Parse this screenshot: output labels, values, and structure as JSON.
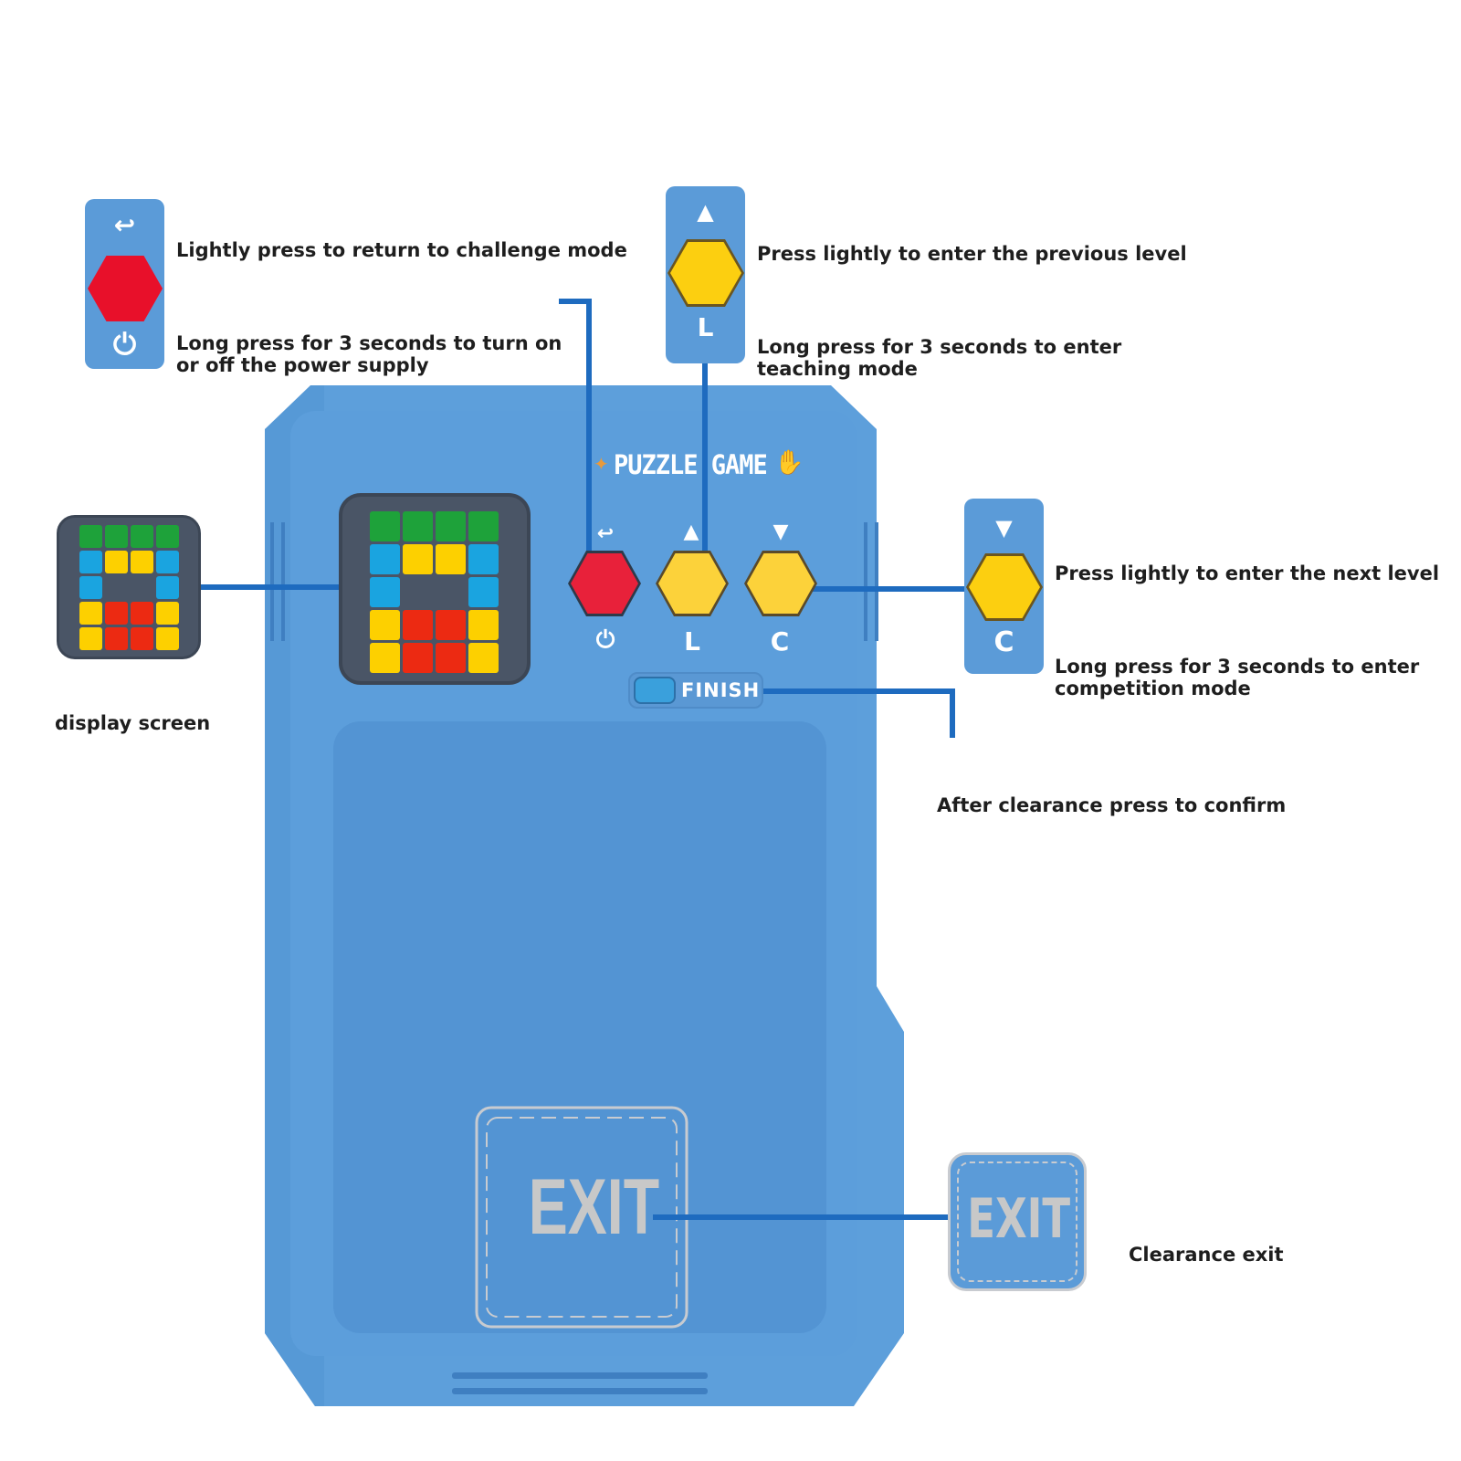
{
  "device": {
    "brand_label": "PUZZLE GAME",
    "finish_label": "FINISH",
    "exit_label": "EXIT",
    "buttons": [
      {
        "id": "back-power",
        "color": "#e8213a",
        "top_icon": "↩",
        "bottom_icon": "⏻"
      },
      {
        "id": "up-l",
        "color": "#fcd23a",
        "top_icon": "▲",
        "bottom_icon": "L"
      },
      {
        "id": "down-c",
        "color": "#fcd23a",
        "top_icon": "▼",
        "bottom_icon": "C"
      }
    ],
    "display_grid": [
      [
        "green",
        "green",
        "green",
        "green"
      ],
      [
        "blue",
        "yellow",
        "yellow",
        "blue"
      ],
      [
        "blue",
        "empty",
        "empty",
        "blue"
      ],
      [
        "yellow",
        "red",
        "red",
        "yellow"
      ],
      [
        "yellow",
        "red",
        "red",
        "yellow"
      ]
    ],
    "colors": {
      "body": "#5b9bd8",
      "body_edge": "#4d8bcb",
      "screen_bg": "#4a5566",
      "green": "#1ea23a",
      "blue": "#1aa4e0",
      "yellow": "#fdd000",
      "red": "#ec2a12",
      "leader": "#1e6bbf",
      "exit_text": "#c8c8c8"
    }
  },
  "callouts": {
    "power_button": {
      "top_icon": "↩",
      "bottom_icon": "⏻",
      "light_press": "Lightly press to return to challenge mode",
      "long_press_line1": "Long press for 3 seconds to turn on",
      "long_press_line2": "or off the power supply"
    },
    "l_button": {
      "top_icon": "▲",
      "bottom_icon": "L",
      "light_press": "Press lightly to enter the previous level",
      "long_press_line1": "Long press for 3 seconds to enter",
      "long_press_line2": "teaching mode"
    },
    "c_button": {
      "top_icon": "▼",
      "bottom_icon": "C",
      "light_press": "Press lightly to enter the next level",
      "long_press_line1": "Long press for 3 seconds to enter",
      "long_press_line2": "competition mode"
    },
    "display": {
      "label": "display screen"
    },
    "finish": {
      "label": "After clearance press to confirm"
    },
    "exit": {
      "label": "Clearance exit",
      "icon_text": "EXIT"
    }
  }
}
